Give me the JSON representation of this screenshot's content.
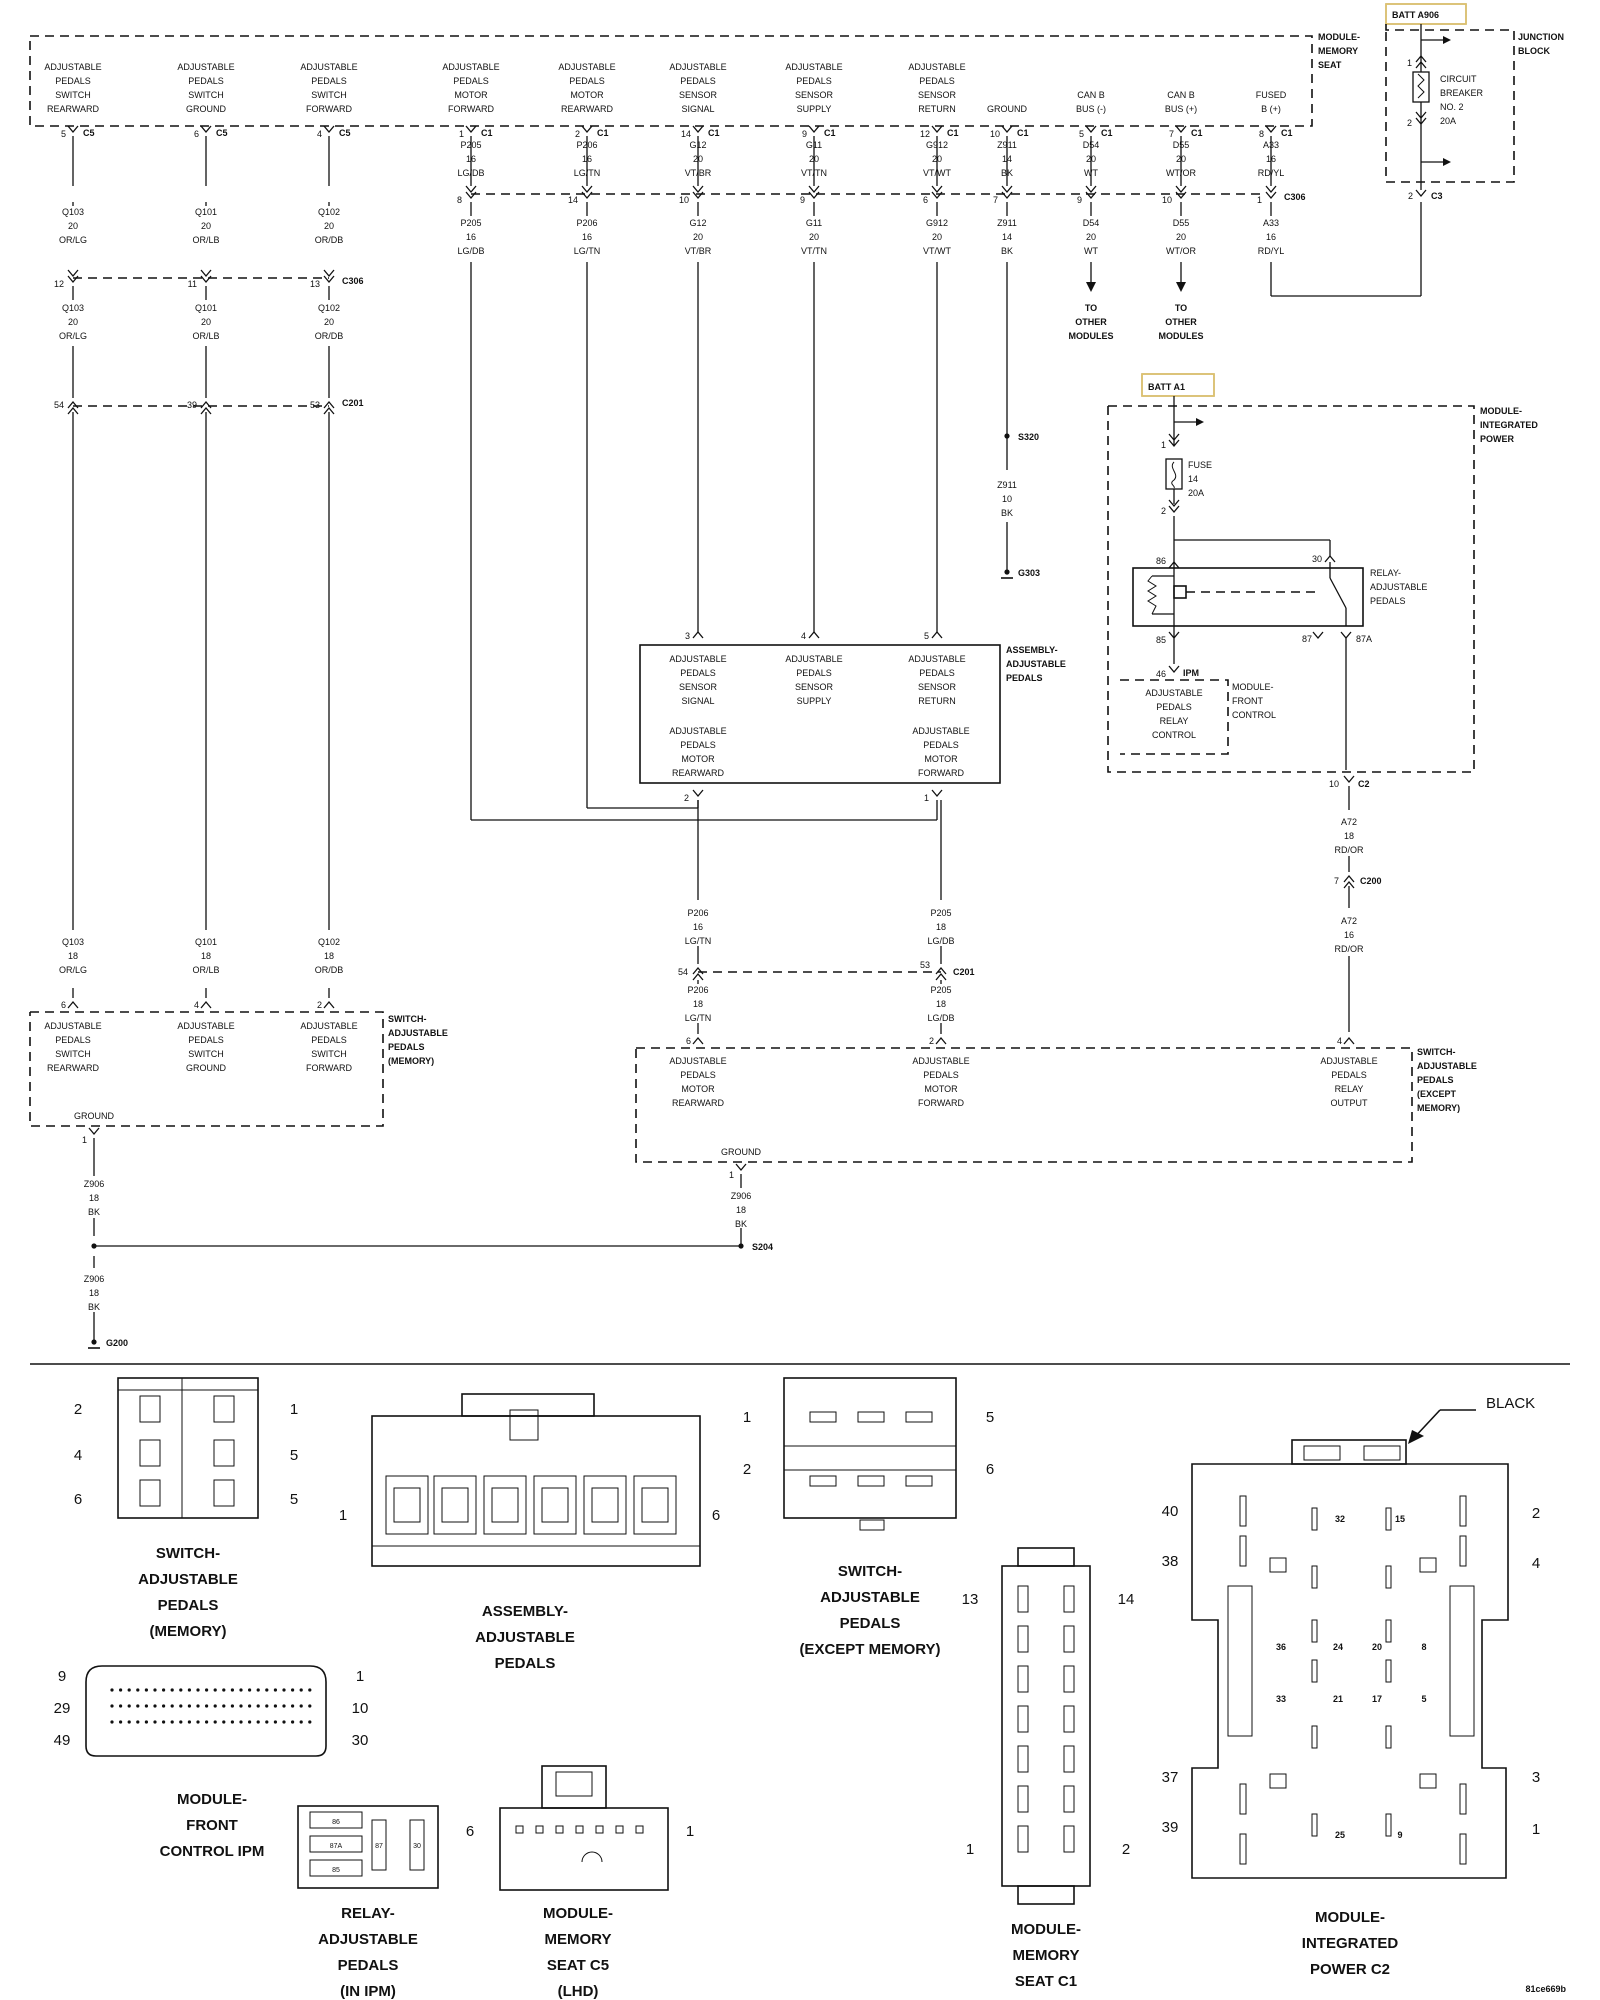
{
  "modules": {
    "memory_seat": {
      "title": [
        "MODULE-",
        "MEMORY",
        "SEAT"
      ]
    },
    "junction_block": {
      "title": [
        "JUNCTION",
        "BLOCK"
      ]
    },
    "ipm": {
      "title": [
        "MODULE-",
        "INTEGRATED",
        "POWER"
      ]
    },
    "assembly": {
      "title": [
        "ASSEMBLY-",
        "ADJUSTABLE",
        "PEDALS"
      ]
    },
    "switch_memory": {
      "title": [
        "SWITCH-",
        "ADJUSTABLE",
        "PEDALS",
        "(MEMORY)"
      ]
    },
    "switch_except": {
      "title": [
        "SWITCH-",
        "ADJUSTABLE",
        "PEDALS",
        "(EXCEPT",
        "MEMORY)"
      ]
    },
    "fcm": {
      "title": [
        "MODULE-",
        "FRONT",
        "CONTROL"
      ]
    },
    "relay": {
      "title": [
        "RELAY-",
        "ADJUSTABLE",
        "PEDALS"
      ]
    }
  },
  "power_tags": {
    "batt_a906": "BATT A906",
    "batt_a1": "BATT A1"
  },
  "breaker": {
    "lines": [
      "CIRCUIT",
      "BREAKER",
      "NO. 2",
      "20A"
    ],
    "pin_top": "1",
    "pin_bottom": "2"
  },
  "fuse": {
    "lines": [
      "FUSE",
      "14",
      "20A"
    ],
    "pin_top": "1",
    "pin_bottom": "2"
  },
  "seat_pins": [
    {
      "label": [
        "ADJUSTABLE",
        "PEDALS",
        "SWITCH",
        "REARWARD"
      ],
      "pin": "5",
      "conn": "C5"
    },
    {
      "label": [
        "ADJUSTABLE",
        "PEDALS",
        "SWITCH",
        "GROUND"
      ],
      "pin": "6",
      "conn": "C5"
    },
    {
      "label": [
        "ADJUSTABLE",
        "PEDALS",
        "SWITCH",
        "FORWARD"
      ],
      "pin": "4",
      "conn": "C5"
    },
    {
      "label": [
        "ADJUSTABLE",
        "PEDALS",
        "MOTOR",
        "FORWARD"
      ],
      "pin": "1",
      "conn": "C1"
    },
    {
      "label": [
        "ADJUSTABLE",
        "PEDALS",
        "MOTOR",
        "REARWARD"
      ],
      "pin": "2",
      "conn": "C1"
    },
    {
      "label": [
        "ADJUSTABLE",
        "PEDALS",
        "SENSOR",
        "SIGNAL"
      ],
      "pin": "14",
      "conn": "C1"
    },
    {
      "label": [
        "ADJUSTABLE",
        "PEDALS",
        "SENSOR",
        "SUPPLY"
      ],
      "pin": "9",
      "conn": "C1"
    },
    {
      "label": [
        "ADJUSTABLE",
        "PEDALS",
        "SENSOR",
        "RETURN"
      ],
      "pin": "12",
      "conn": "C1"
    },
    {
      "label": [
        "GROUND"
      ],
      "pin": "10",
      "conn": "C1"
    },
    {
      "label": [
        "CAN B",
        "BUS (-)"
      ],
      "pin": "5",
      "conn": "C1"
    },
    {
      "label": [
        "CAN B",
        "BUS (+)"
      ],
      "pin": "7",
      "conn": "C1"
    },
    {
      "label": [
        "FUSED",
        "B (+)"
      ],
      "pin": "8",
      "conn": "C1"
    }
  ],
  "wires_upper": [
    [
      "Q103",
      "20",
      "OR/LG"
    ],
    [
      "Q101",
      "20",
      "OR/LB"
    ],
    [
      "Q102",
      "20",
      "OR/DB"
    ],
    [
      "P205",
      "16",
      "LG/DB"
    ],
    [
      "P206",
      "16",
      "LG/TN"
    ],
    [
      "G12",
      "20",
      "VT/BR"
    ],
    [
      "G11",
      "20",
      "VT/TN"
    ],
    [
      "G912",
      "20",
      "VT/WT"
    ],
    [
      "Z911",
      "14",
      "BK"
    ],
    [
      "D54",
      "20",
      "WT"
    ],
    [
      "D55",
      "20",
      "WT/OR"
    ],
    [
      "A33",
      "16",
      "RD/YL"
    ]
  ],
  "c306_right": {
    "name": "C306",
    "pins": [
      "8",
      "14",
      "10",
      "9",
      "6",
      "7",
      "9",
      "10",
      "1"
    ]
  },
  "wires_mid": [
    [
      "P205",
      "16",
      "LG/DB"
    ],
    [
      "P206",
      "16",
      "LG/TN"
    ],
    [
      "G12",
      "20",
      "VT/BR"
    ],
    [
      "G11",
      "20",
      "VT/TN"
    ],
    [
      "G912",
      "20",
      "VT/WT"
    ],
    [
      "Z911",
      "14",
      "BK"
    ],
    [
      "D54",
      "20",
      "WT"
    ],
    [
      "D55",
      "20",
      "WT/OR"
    ],
    [
      "A33",
      "16",
      "RD/YL"
    ]
  ],
  "to_other": [
    "TO",
    "OTHER",
    "MODULES"
  ],
  "c306_left": {
    "name": "C306",
    "pins": [
      "12",
      "11",
      "13"
    ]
  },
  "wires_left_mid": [
    [
      "Q103",
      "20",
      "OR/LG"
    ],
    [
      "Q101",
      "20",
      "OR/LB"
    ],
    [
      "Q102",
      "20",
      "OR/DB"
    ]
  ],
  "c201_left": {
    "name": "C201",
    "pins": [
      "54",
      "39",
      "53"
    ]
  },
  "wires_left_low": [
    [
      "Q103",
      "18",
      "OR/LG"
    ],
    [
      "Q101",
      "18",
      "OR/LB"
    ],
    [
      "Q102",
      "18",
      "OR/DB"
    ]
  ],
  "switch_mem_pins": [
    {
      "pin": "6",
      "label": [
        "ADJUSTABLE",
        "PEDALS",
        "SWITCH",
        "REARWARD"
      ]
    },
    {
      "pin": "4",
      "label": [
        "ADJUSTABLE",
        "PEDALS",
        "SWITCH",
        "GROUND"
      ]
    },
    {
      "pin": "2",
      "label": [
        "ADJUSTABLE",
        "PEDALS",
        "SWITCH",
        "FORWARD"
      ]
    }
  ],
  "switch_mem_ground": {
    "label": "GROUND",
    "pin": "1"
  },
  "splice_s320": "S320",
  "wire_z911b": [
    "Z911",
    "10",
    "BK"
  ],
  "ground_g303": "G303",
  "assembly_pins": {
    "sig": {
      "pin": "3",
      "label": [
        "ADJUSTABLE",
        "PEDALS",
        "SENSOR",
        "SIGNAL"
      ]
    },
    "sup": {
      "pin": "4",
      "label": [
        "ADJUSTABLE",
        "PEDALS",
        "SENSOR",
        "SUPPLY"
      ]
    },
    "ret": {
      "pin": "5",
      "label": [
        "ADJUSTABLE",
        "PEDALS",
        "SENSOR",
        "RETURN"
      ]
    },
    "rear": {
      "pin": "2",
      "label": [
        "ADJUSTABLE",
        "PEDALS",
        "MOTOR",
        "REARWARD"
      ]
    },
    "fwd": {
      "pin": "1",
      "label": [
        "ADJUSTABLE",
        "PEDALS",
        "MOTOR",
        "FORWARD"
      ]
    }
  },
  "wires_asm_low": [
    [
      "P206",
      "16",
      "LG/TN"
    ],
    [
      "P205",
      "18",
      "LG/DB"
    ]
  ],
  "c201_right": {
    "name": "C201",
    "pins": [
      "54",
      "53"
    ]
  },
  "wires_asm_low2": [
    [
      "P206",
      "18",
      "LG/TN"
    ],
    [
      "P205",
      "18",
      "LG/DB"
    ]
  ],
  "switch_ex_pins": [
    {
      "pin": "6",
      "label": [
        "ADJUSTABLE",
        "PEDALS",
        "MOTOR",
        "REARWARD"
      ]
    },
    {
      "pin": "2",
      "label": [
        "ADJUSTABLE",
        "PEDALS",
        "MOTOR",
        "FORWARD"
      ]
    },
    {
      "pin": "4",
      "label": [
        "ADJUSTABLE",
        "PEDALS",
        "RELAY",
        "OUTPUT"
      ]
    }
  ],
  "switch_ex_ground": {
    "label": "GROUND",
    "pin": "1"
  },
  "relay_pins": {
    "p86": "86",
    "p30": "30",
    "p85": "85",
    "p87": "87",
    "p87a": "87A"
  },
  "fcm_pin": {
    "pin": "46",
    "conn": "IPM",
    "label": [
      "ADJUSTABLE",
      "PEDALS",
      "RELAY",
      "CONTROL"
    ]
  },
  "ipm_out": {
    "pin": "10",
    "conn": "C2"
  },
  "wire_a72a": [
    "A72",
    "18",
    "RD/OR"
  ],
  "c200": {
    "name": "C200",
    "pin": "7"
  },
  "wire_a72b": [
    "A72",
    "16",
    "RD/OR"
  ],
  "jb_c3": {
    "pin": "2",
    "conn": "C3"
  },
  "ground_wires": {
    "z906a": [
      "Z906",
      "18",
      "BK"
    ],
    "z906b": [
      "Z906",
      "18",
      "BK"
    ],
    "z906c": [
      "Z906",
      "18",
      "BK"
    ]
  },
  "splice_s204": "S204",
  "ground_g200": "G200",
  "connectors": {
    "sw_mem": {
      "title": [
        "SWITCH-",
        "ADJUSTABLE",
        "PEDALS",
        "(MEMORY)"
      ],
      "pins": [
        "2",
        "1",
        "4",
        "5",
        "6",
        "5"
      ]
    },
    "asm": {
      "title": [
        "ASSEMBLY-",
        "ADJUSTABLE",
        "PEDALS"
      ],
      "pins": [
        "1",
        "6"
      ]
    },
    "sw_ex": {
      "title": [
        "SWITCH-",
        "ADJUSTABLE",
        "PEDALS",
        "(EXCEPT MEMORY)"
      ],
      "pins": [
        "1",
        "5",
        "2",
        "6"
      ]
    },
    "fcm": {
      "title": [
        "MODULE-",
        "FRONT",
        "CONTROL IPM"
      ],
      "pins": [
        "9",
        "1",
        "29",
        "10",
        "49",
        "30"
      ]
    },
    "relay": {
      "title": [
        "RELAY-",
        "ADJUSTABLE",
        "PEDALS",
        "(IN IPM)"
      ],
      "pins": [
        "86",
        "87A",
        "85",
        "87",
        "30"
      ]
    },
    "seat_c5": {
      "title": [
        "MODULE-",
        "MEMORY",
        "SEAT C5",
        "(LHD)"
      ],
      "pins": [
        "6",
        "1"
      ]
    },
    "seat_c1": {
      "title": [
        "MODULE-",
        "MEMORY",
        "SEAT C1"
      ],
      "pins": [
        "13",
        "14",
        "1",
        "2"
      ]
    },
    "ipm_c2": {
      "title": [
        "MODULE-",
        "INTEGRATED",
        "POWER C2"
      ],
      "pins": [
        "40",
        "2",
        "38",
        "4",
        "37",
        "3",
        "39",
        "1",
        "32",
        "15",
        "36",
        "24",
        "20",
        "8",
        "33",
        "21",
        "17",
        "5",
        "25",
        "9"
      ],
      "black": "BLACK"
    }
  },
  "figure_id": "81ce669b"
}
